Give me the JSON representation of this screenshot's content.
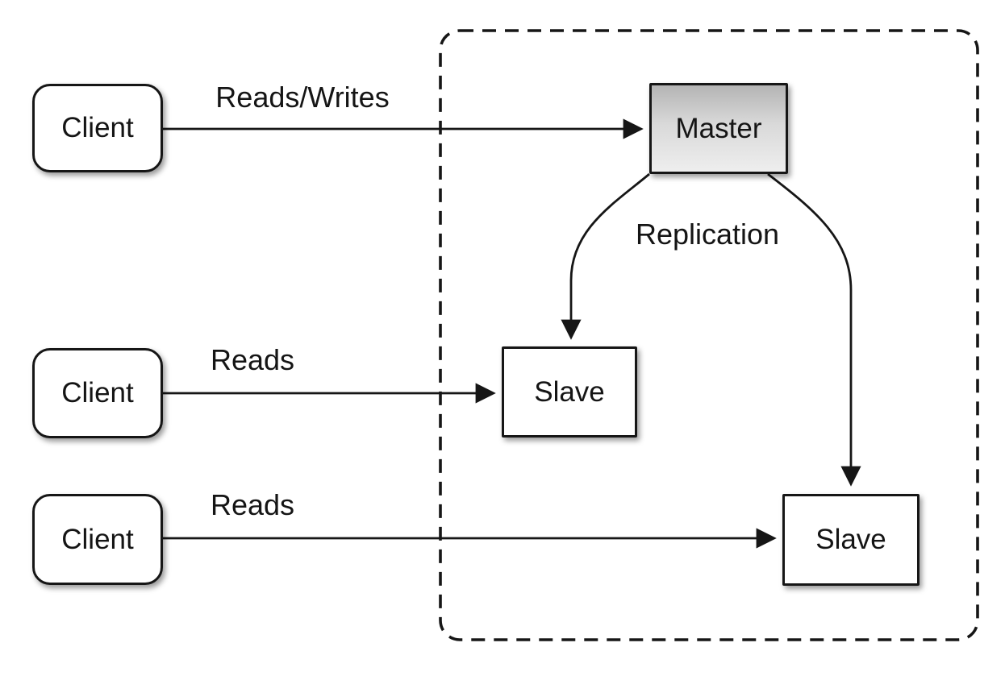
{
  "diagram": {
    "type": "architecture-diagram",
    "topic": "Database master-slave replication",
    "nodes": {
      "client1": {
        "label": "Client"
      },
      "client2": {
        "label": "Client"
      },
      "client3": {
        "label": "Client"
      },
      "master": {
        "label": "Master"
      },
      "slave1": {
        "label": "Slave"
      },
      "slave2": {
        "label": "Slave"
      }
    },
    "edges": {
      "client1_master": {
        "label": "Reads/Writes",
        "from": "client1",
        "to": "master"
      },
      "client2_slave1": {
        "label": "Reads",
        "from": "client2",
        "to": "slave1"
      },
      "client3_slave2": {
        "label": "Reads",
        "from": "client3",
        "to": "slave2"
      },
      "master_slave1": {
        "label": "Replication",
        "from": "master",
        "to": "slave1"
      },
      "master_slave2": {
        "label": "Replication",
        "from": "master",
        "to": "slave2"
      }
    },
    "cluster": {
      "style": "dashed-rounded-rectangle",
      "contains": [
        "master",
        "slave1",
        "slave2"
      ]
    },
    "colors": {
      "background": "#ffffff",
      "line": "#161616",
      "box_border": "#161616",
      "box_fill": "#ffffff",
      "master_gradient_top": "#b4b4b4",
      "master_gradient_bottom": "#eeeeee",
      "text": "#151515"
    }
  }
}
